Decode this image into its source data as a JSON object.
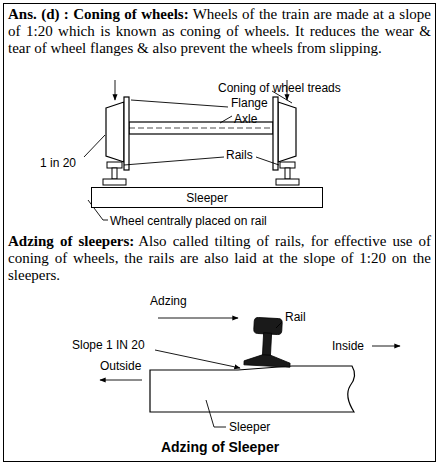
{
  "diagram": {
    "nodes": [
      {
        "text": [
          "Ans. (d) : Coning of wheels:",
          "Wheels of the train are made at a slope of 1:20 which is known as coning of wheels. It reduces the wear & tear of wheel flanges & also prevent the wheels from slipping.",
          "Adzing of sleepers:",
          "Also called tilting of rails, for effective use of coning of wheels, the rails are also laid at the slope of 1:20 on the sleepers."
        ]
      },
      {
        "text": [
          "Sleeper"
        ],
        "in": 0
      }
    ],
    "labels": [
      "Coning of wheel treads",
      "Flange",
      "Axle",
      "Rails",
      "1 in 20",
      "Wheel centrally placed on rail",
      "Adzing",
      "Rail",
      "Slope 1 IN 20",
      "Inside",
      "Outside",
      "Sleeper",
      "Adzing of Sleeper"
    ]
  }
}
